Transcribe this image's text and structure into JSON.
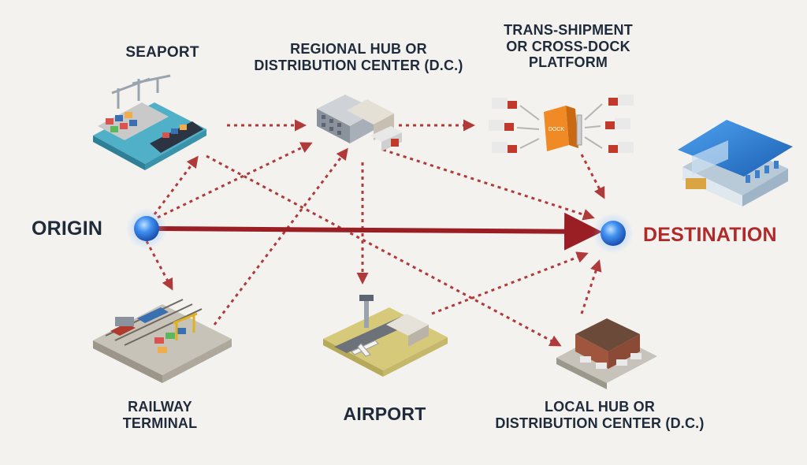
{
  "labels": {
    "origin": "ORIGIN",
    "destination": "DESTINATION",
    "seaport": "SEAPORT",
    "regional_hub": [
      "REGIONAL HUB OR",
      "DISTRIBUTION CENTER (D.C.)"
    ],
    "transshipment": [
      "TRANS-SHIPMENT",
      "OR CROSS-DOCK",
      "PLATFORM"
    ],
    "railway": [
      "RAILWAY",
      "TERMINAL"
    ],
    "airport": "AIRPORT",
    "local_hub": [
      "LOCAL HUB OR",
      "DISTRIBUTION CENTER (D.C.)"
    ],
    "dock_sign": "DOCK"
  },
  "colors": {
    "background": "#f3f2ef",
    "text": "#1f2a3a",
    "destination_text": "#b02a2a",
    "route_arrow": "#9a1f24",
    "dotted_arrow": "#b03a3a",
    "node_glow": "#2f7fe0"
  }
}
